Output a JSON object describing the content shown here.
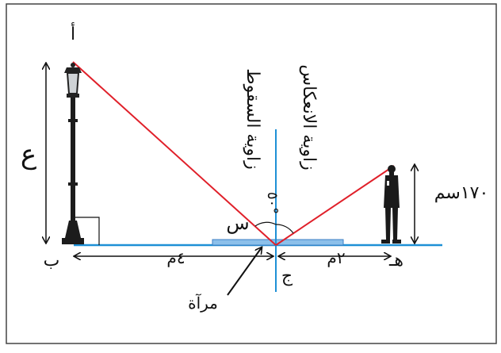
{
  "labels": {
    "point_a": "أ",
    "point_b": "ب",
    "point_j": "ج",
    "point_h": "هـ",
    "point_s": "س",
    "height_unknown": "ع",
    "dist_left": "٤م",
    "dist_right": "٢م",
    "person_height": "١٧٠سم",
    "angle_value": "٥٠°",
    "incidence_angle": "زاوية السقوط",
    "reflection_angle": "زاوية الانعكاس",
    "mirror": "مرآة"
  },
  "colors": {
    "ray": "#e0202a",
    "ground": "#1e90d6",
    "normal": "#1e90d6",
    "mirror": "#7fb6e6",
    "ink": "#111111"
  }
}
